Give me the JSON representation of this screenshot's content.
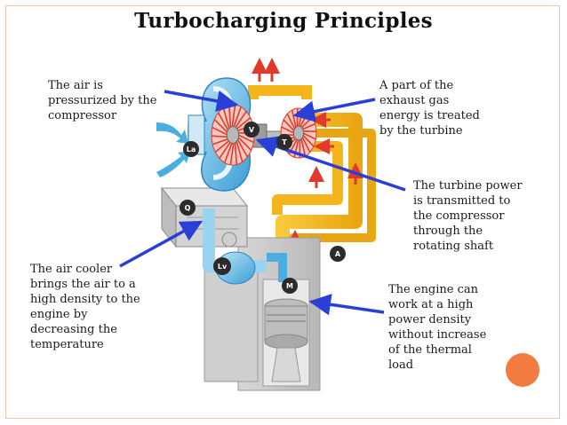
{
  "title": "Turbocharging Principles",
  "labels": {
    "compressor": "The air is\npressurized by the\ncompressor",
    "turbine": "A part of the\nexhaust gas\nenergy is treated\nby the turbine",
    "shaft": "The turbine power\nis transmitted to\nthe compressor\nthrough the\nrotating shaft",
    "cooler": "The air cooler\nbrings the air to a\nhigh density to the\nengine by\ndecreasing the\ntemperature",
    "engine": "The engine can\nwork at a high\npower density\nwithout increase\nof the thermal\nload"
  },
  "markers": {
    "La": "La",
    "V": "V",
    "T": "T",
    "Q": "Q",
    "Lv": "Lv",
    "A": "A",
    "M": "M"
  },
  "colors": {
    "pointer_arrow": "#2a3fd8",
    "exhaust_pipe": "#f3b51b",
    "compressor_blue": "#4aaee0",
    "turbine_red": "#e23a2a",
    "accent_orange": "#f37b3f",
    "marker_dark": "#2b2b2b"
  }
}
